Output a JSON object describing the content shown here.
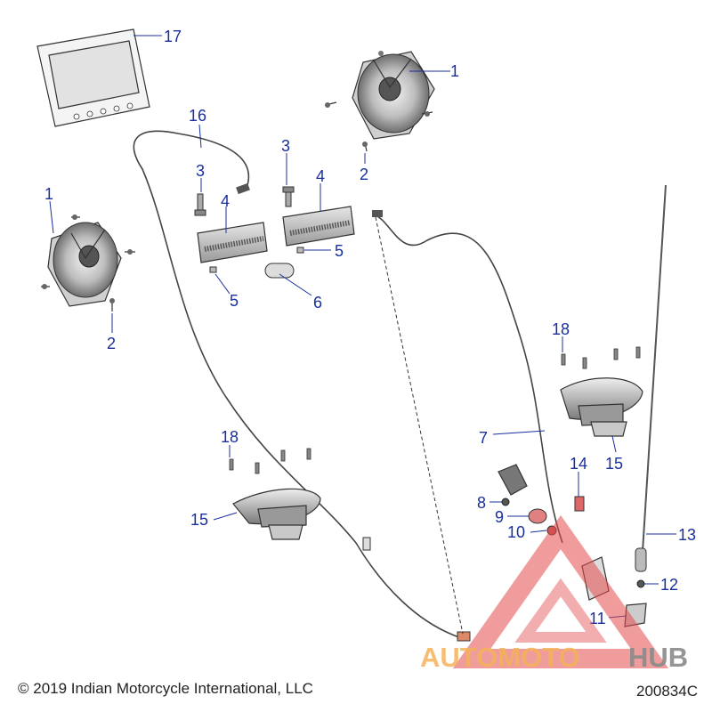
{
  "callouts": {
    "c1": "1",
    "c2": "2",
    "c3": "3",
    "c4": "4",
    "c5": "5",
    "c6": "6",
    "c7": "7",
    "c8": "8",
    "c9": "9",
    "c10": "10",
    "c11": "11",
    "c12": "12",
    "c13": "13",
    "c14": "14",
    "c15": "15",
    "c16": "16",
    "c17": "17",
    "c18": "18"
  },
  "watermark": {
    "part1": "AUTOMOTO",
    "part2": "HUB"
  },
  "footer": {
    "copyright": "© 2019 Indian Motorcycle International, LLC",
    "diagram_id": "200834C"
  },
  "colors": {
    "callout": "#1a2f9e",
    "watermark_orange": "#f4b15a",
    "watermark_red": "#e34b4b",
    "watermark_gray": "#8a8a8a"
  }
}
